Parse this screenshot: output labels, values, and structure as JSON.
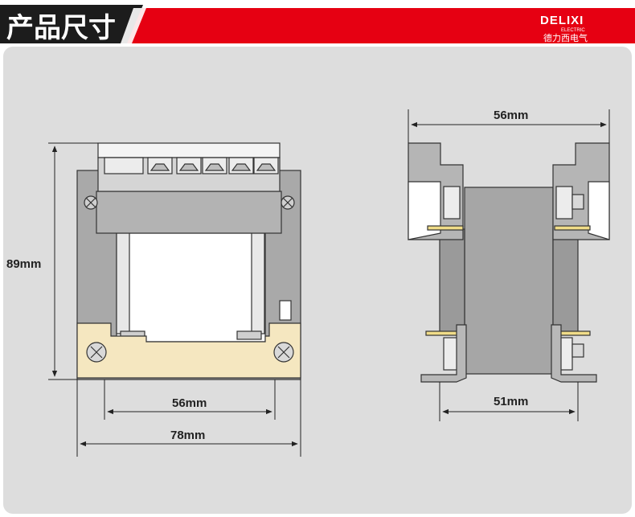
{
  "header": {
    "title": "产品尺寸",
    "brand_en": "DELIXI",
    "brand_sub": "ELECTRIC",
    "brand_cn": "德力西电气",
    "colors": {
      "black": "#1c1c1c",
      "red": "#e60012",
      "grey_bar": "#444444"
    }
  },
  "dimensions": {
    "front_height": "89mm",
    "front_inner_width": "56mm",
    "front_outer_width": "78mm",
    "side_top_width": "56mm",
    "side_bottom_width": "51mm"
  },
  "colors": {
    "panel": "#dddddd",
    "body_grey": "#a6a6a6",
    "light_grey": "#cfcfcf",
    "terminal_strip": "#f5e7c0",
    "outline": "#333333"
  }
}
